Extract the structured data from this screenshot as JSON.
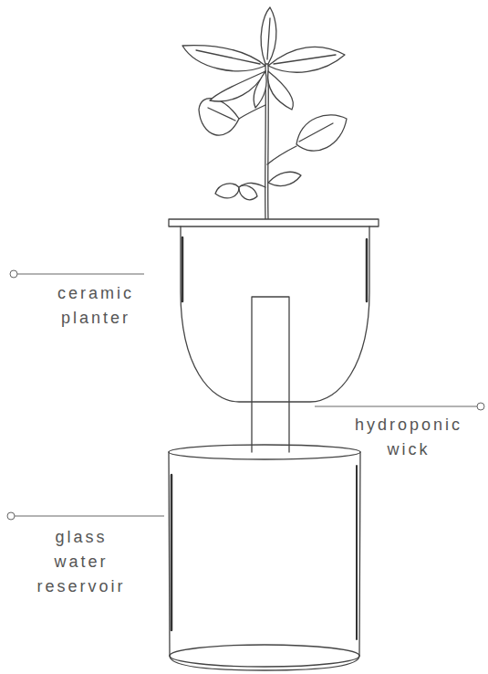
{
  "diagram": {
    "labels": [
      "ceramic planter",
      "hydroponic wick",
      "glass water reservoir"
    ]
  }
}
